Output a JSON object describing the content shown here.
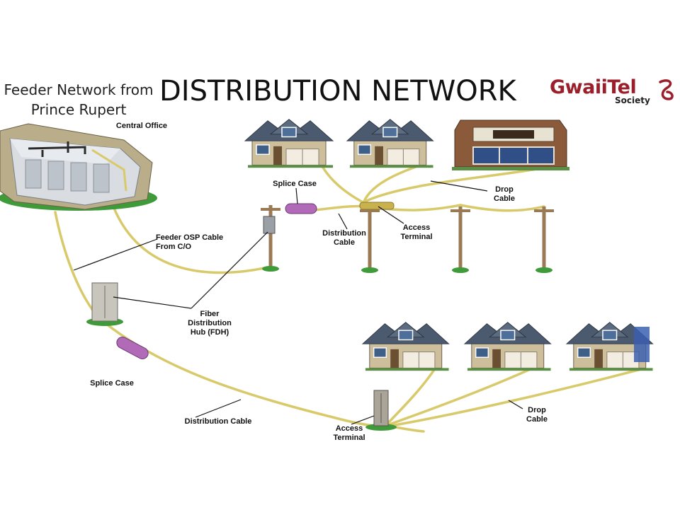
{
  "header": {
    "title": "DISTRIBUTION NETWORK",
    "feeder_line1": "Feeder Network from",
    "feeder_line2": "Prince Rupert"
  },
  "logo": {
    "main": "GwaiiTel",
    "sub": "Society",
    "color": "#9a1f2a"
  },
  "labels": {
    "central_office": "Central Office",
    "splice_case_top": "Splice Case",
    "feeder_osp_1": "Feeder OSP Cable",
    "feeder_osp_2": "From C/O",
    "distribution_cable_top_1": "Distribution",
    "distribution_cable_top_2": "Cable",
    "access_terminal_top_1": "Access",
    "access_terminal_top_2": "Terminal",
    "drop_cable_top_1": "Drop",
    "drop_cable_top_2": "Cable",
    "fdh_1": "Fiber",
    "fdh_2": "Distribution",
    "fdh_3": "Hub (FDH)",
    "splice_case_bottom": "Splice Case",
    "distribution_cable_bottom": "Distribution Cable",
    "access_terminal_bottom_1": "Access",
    "access_terminal_bottom_2": "Terminal",
    "drop_cable_bottom_1": "Drop",
    "drop_cable_bottom_2": "Cable"
  },
  "colors": {
    "cable": "#d8c96a",
    "cable_dark": "#b8a845",
    "pole": "#9a7a55",
    "grass": "#3f9a3a",
    "splice": "#b06ab8",
    "house_roof": "#4b5a6e",
    "house_wall": "#cdbf9c",
    "brick": "#8a5a3a"
  }
}
